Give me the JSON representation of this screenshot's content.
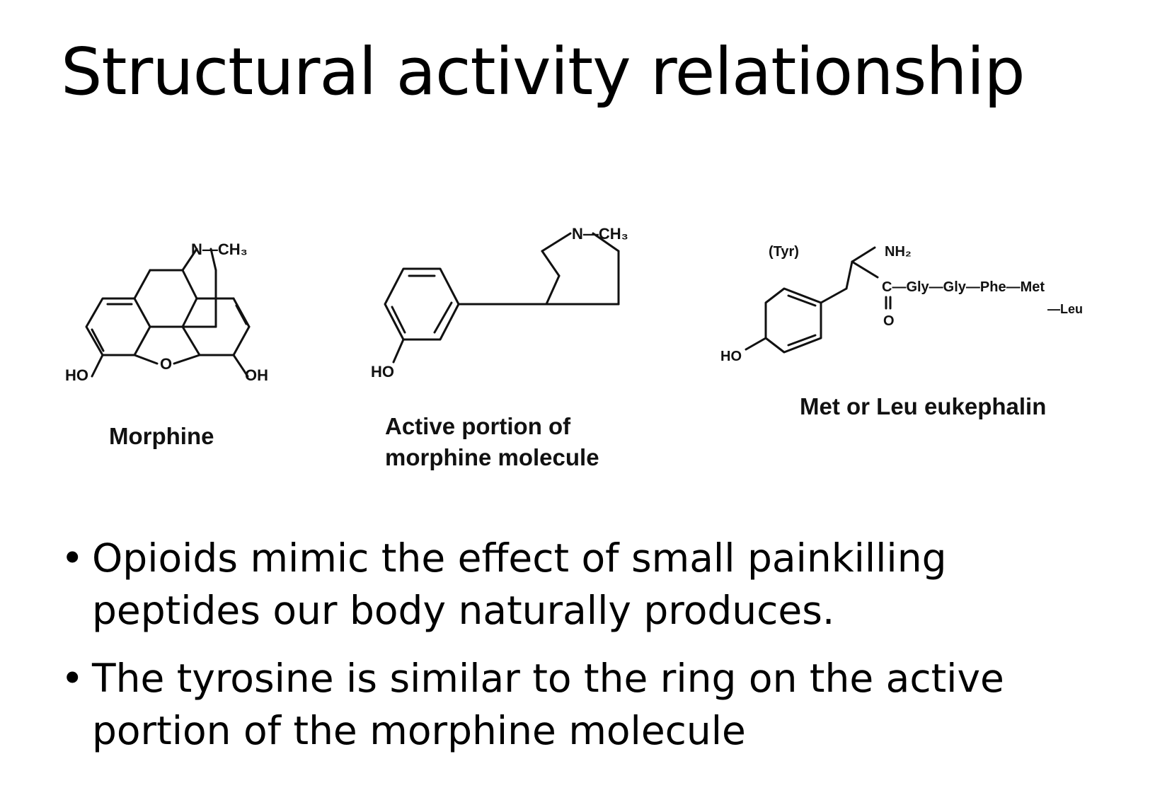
{
  "slide": {
    "title": "Structural activity relationship"
  },
  "structures": {
    "morphine": {
      "caption": "Morphine",
      "labels": {
        "n_methyl": "N—CH₃",
        "ho": "HO",
        "o": "O",
        "oh": "OH"
      }
    },
    "active_portion": {
      "caption_line1": "Active portion of",
      "caption_line2": "morphine molecule",
      "labels": {
        "n_methyl": "N—CH₃",
        "ho": "HO"
      }
    },
    "enkephalin": {
      "caption": "Met or Leu eukephalin",
      "labels": {
        "tyr": "(Tyr)",
        "nh2": "NH₂",
        "chain": "C—Gly—Gly—Phe—Met",
        "leu": "—Leu",
        "o": "O",
        "ho": "HO"
      }
    }
  },
  "bullets": [
    {
      "marker": "•",
      "line1": "Opioids mimic the effect of small painkilling",
      "line2": "peptides our body naturally produces."
    },
    {
      "marker": "•",
      "line1": "The tyrosine is similar to the ring on the active",
      "line2": "portion of the morphine molecule"
    }
  ]
}
